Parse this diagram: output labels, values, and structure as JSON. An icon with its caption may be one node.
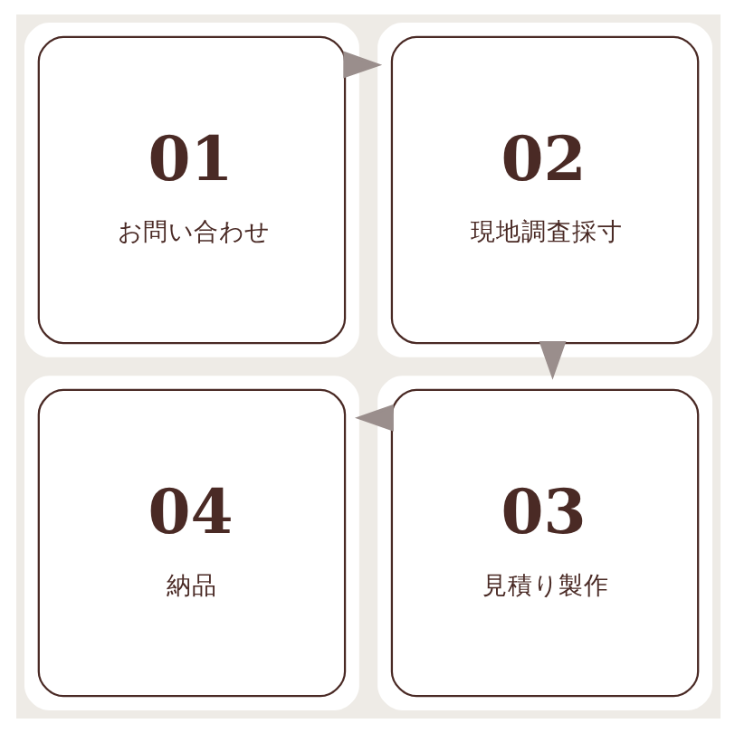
{
  "diagram": {
    "nodes": [
      {
        "text": [
          "01",
          "お問い合わせ"
        ]
      },
      {
        "text": [
          "02",
          "現地調査採寸"
        ]
      },
      {
        "text": [
          "03",
          "見積り製作"
        ]
      },
      {
        "text": [
          "04",
          "納品"
        ]
      }
    ],
    "edges": [
      {
        "from": 0,
        "to": 1,
        "arrow": "to"
      },
      {
        "from": 1,
        "to": 2,
        "arrow": "to"
      },
      {
        "from": 2,
        "to": 3,
        "arrow": "to"
      }
    ]
  }
}
